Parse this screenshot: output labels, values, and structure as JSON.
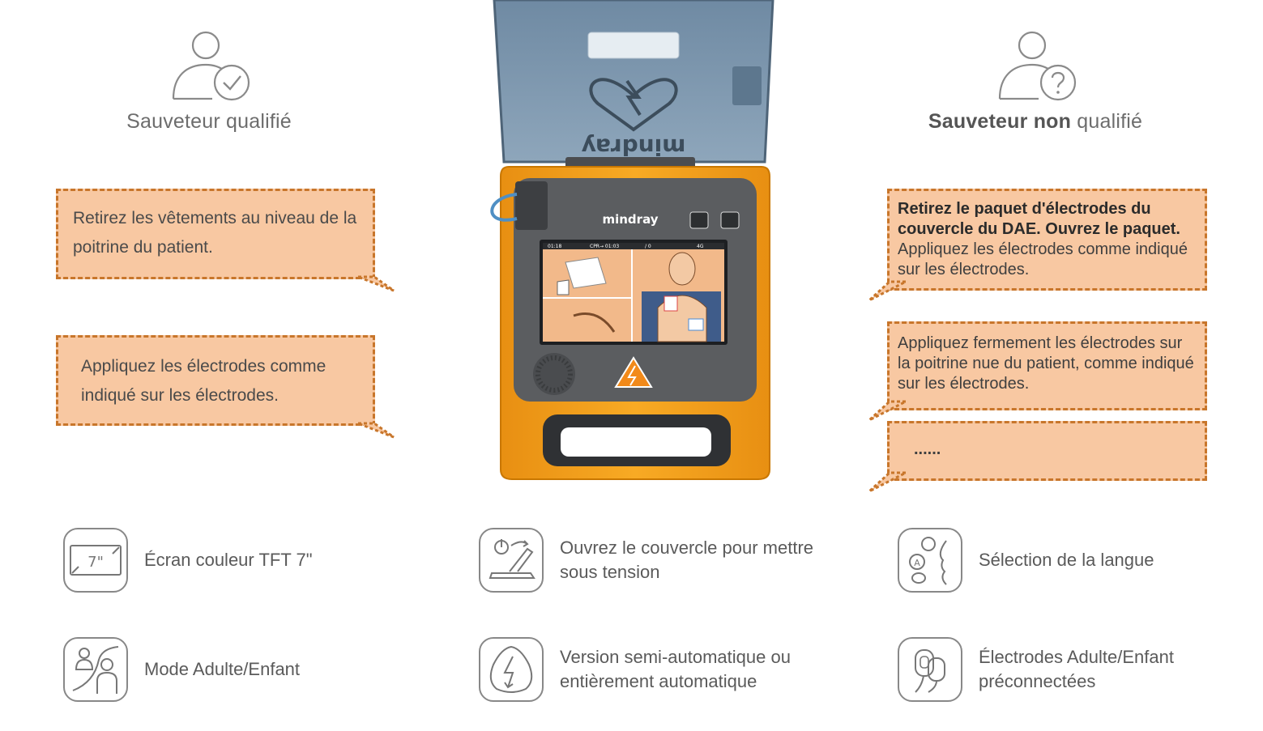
{
  "qualified": {
    "label": "Sauveteur qualifié"
  },
  "unqualified": {
    "label_bold": "Sauveteur non",
    "label_rest": " qualifié"
  },
  "left_bubbles": [
    {
      "text": "Retirez les vêtements au niveau de la poitrine du patient."
    },
    {
      "text": "Appliquez les électrodes comme indiqué sur les électrodes."
    }
  ],
  "right_bubbles": [
    {
      "strong": "Retirez le paquet d'électrodes du couvercle du DAE. Ouvrez le paquet.",
      "text": "Appliquez les électrodes comme indiqué sur les électrodes."
    },
    {
      "text": "Appliquez fermement les électrodes sur la poitrine nue du patient, comme indiqué sur les électrodes."
    },
    {
      "text": "......"
    }
  ],
  "device": {
    "brand": "mindray",
    "lid_brand": "mindray",
    "screen_status": [
      "01:18",
      "CPR→ 01:03",
      "/ 0",
      "4G"
    ]
  },
  "features": [
    {
      "label": "Écran couleur TFT 7\"",
      "icon": "tft-screen-icon",
      "icon_text": "7\""
    },
    {
      "label": "Ouvrez le couvercle pour mettre sous tension",
      "icon": "lid-power-icon"
    },
    {
      "label": "Sélection de la langue",
      "icon": "language-icon"
    },
    {
      "label": "Mode Adulte/Enfant",
      "icon": "adult-child-icon"
    },
    {
      "label": "Version semi-automatique ou entièrement automatique",
      "icon": "shock-icon"
    },
    {
      "label": "Électrodes Adulte/Enfant préconnectées",
      "icon": "electrodes-icon"
    }
  ],
  "colors": {
    "bubble_fill": "#f8c8a2",
    "bubble_border": "#c8762b",
    "device_orange": "#f5a11f",
    "device_gray": "#5b5d60"
  }
}
